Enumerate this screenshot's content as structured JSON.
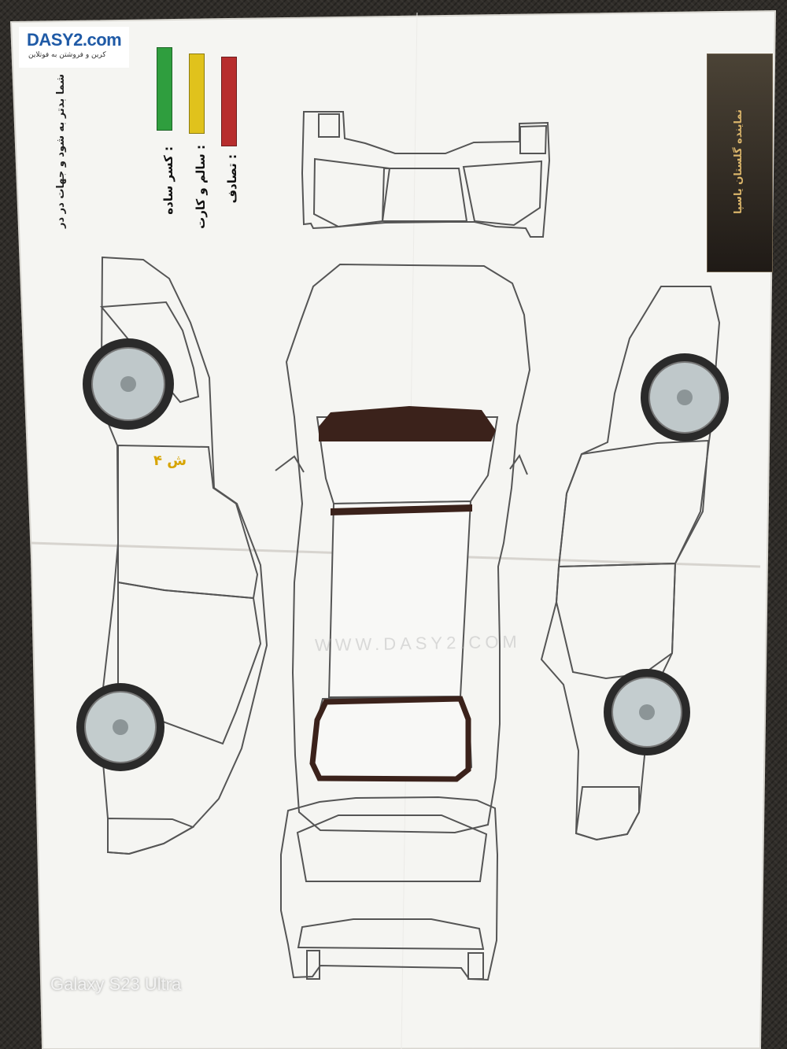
{
  "logo": {
    "brand": "DASY2.com",
    "tagline": "کرین و فروشتن به فوتلاین"
  },
  "camera_label": "Galaxy S23 Ultra",
  "watermark": "WWW.DASY2.COM",
  "inspection_note": "شما بدتر به شود و جهات در در",
  "legend": {
    "items": [
      {
        "label": "تصادف :",
        "color": "#b72d2d"
      },
      {
        "label": "سالم و کارت :",
        "color": "#e0c21c"
      },
      {
        "label": "کسر ساده :",
        "color": "#2f9e3e"
      }
    ]
  },
  "badge_text": "نماینده گلستان یاسپا",
  "marks": {
    "left_door_note": "۴ ش"
  }
}
